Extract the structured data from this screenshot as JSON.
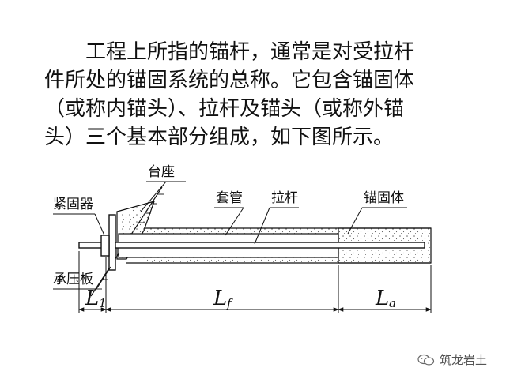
{
  "intro": {
    "lines": [
      "工程上所指的锚杆，通常是对受拉杆",
      "件所处的锚固系统的总称。它包含锚固体",
      "（或称内锚头）、拉杆及锚头（或称外锚",
      "头）三个基本部分组成，如下图所示。"
    ]
  },
  "diagram": {
    "labels": {
      "pedestal": "台座",
      "fastener": "紧固器",
      "bearing_plate": "承压板",
      "casing": "套管",
      "tie_rod": "拉杆",
      "anchor_body": "锚固体"
    },
    "dimensions": {
      "l1_main": "L",
      "l1_sub": "1",
      "lf_main": "L",
      "lf_sub": "f",
      "la_main": "L",
      "la_sub": "a"
    }
  },
  "watermark": {
    "text": "筑龙岩土"
  }
}
